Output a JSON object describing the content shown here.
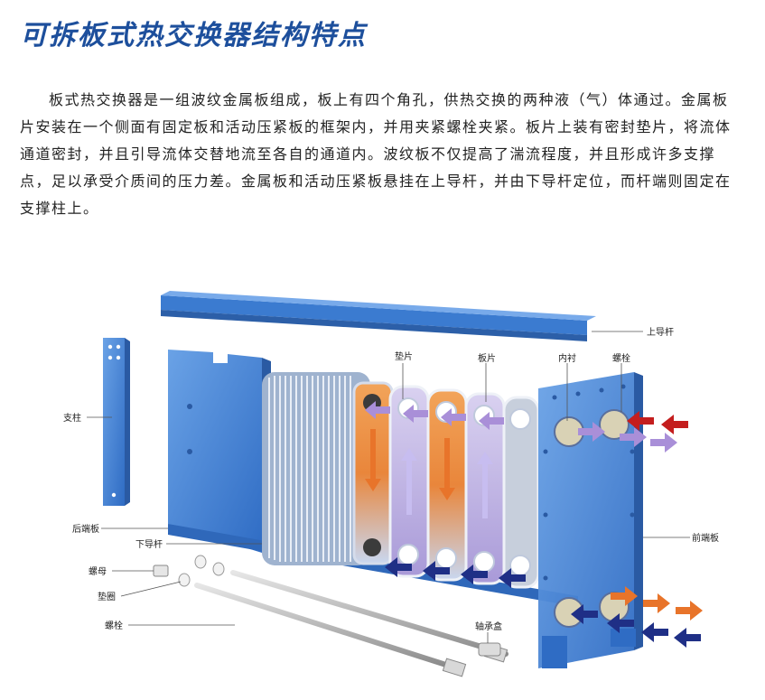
{
  "title": "可拆板式热交换器结构特点",
  "description": "板式热交换器是一组波纹金属板组成，板上有四个角孔，供热交换的两种液（气）体通过。金属板片安装在一个侧面有固定板和活动压紧板的框架内，并用夹紧螺栓夹紧。板片上装有密封垫片，将流体通道密封，并且引导流体交替地流至各自的通道内。波纹板不仅提高了湍流程度，并且形成许多支撑点，足以承受介质间的压力差。金属板和活动压紧板悬挂在上导杆，并由下导杆定位，而杆端则固定在支撑柱上。",
  "labels": {
    "upper_guide_bar": "上导杆",
    "gasket": "垫片",
    "plate": "板片",
    "liner": "内衬",
    "bolt_top": "螺栓",
    "support_column": "支柱",
    "rear_end_plate": "后端板",
    "lower_guide_bar": "下导杆",
    "front_end_plate": "前端板",
    "nut": "螺母",
    "washer": "垫圈",
    "bolt": "螺栓",
    "bearing_box": "轴承盒"
  },
  "colors": {
    "frame_blue": "#3f7fd1",
    "hot_orange": "#e8742a",
    "cold_navy": "#1f2f86",
    "hot_red": "#c41e1e",
    "purple_flow": "#a98fd8",
    "title_blue": "#1d4f9c"
  }
}
